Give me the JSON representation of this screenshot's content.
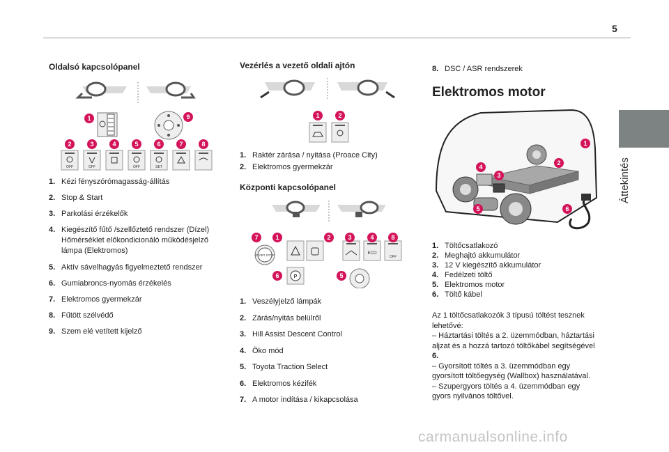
{
  "page": {
    "number": "5",
    "side_tab": "Áttekintés"
  },
  "col1": {
    "heading": "Oldalsó kapcsolópanel",
    "items": [
      {
        "n": "1.",
        "text": "Kézi fényszórómagasság-állítás"
      },
      {
        "n": "2.",
        "text": "Stop & Start"
      },
      {
        "n": "3.",
        "text": "Parkolási érzékelők"
      },
      {
        "n": "4.",
        "text": "Kiegészítő fűtő /szellőztető rendszer (Dízel) Hőmérséklet előkondicionáló működésjelző lámpa (Elektromos)"
      },
      {
        "n": "5.",
        "text": "Aktív sávelhagyás figyelmeztető rendszer"
      },
      {
        "n": "6.",
        "text": "Gumiabroncs-nyomás érzékelés"
      },
      {
        "n": "7.",
        "text": "Elektromos gyermekzár"
      },
      {
        "n": "8.",
        "text": "Fűtött szélvédő"
      },
      {
        "n": "9.",
        "text": "Szem elé vetített kijelző"
      }
    ],
    "figure": {
      "markers": [
        "1",
        "9",
        "2",
        "3",
        "4",
        "5",
        "6",
        "7",
        "8"
      ],
      "button_labels": [
        "OFF",
        "OFF",
        "",
        "OFF",
        "SET",
        "",
        ""
      ]
    }
  },
  "col2": {
    "heading1": "Vezérlés a vezető oldali ajtón",
    "items1": [
      {
        "n": "1.",
        "text": "Raktér zárása / nyitása (Proace City)"
      },
      {
        "n": "2.",
        "text": "Elektromos gyermekzár"
      }
    ],
    "heading2": "Központi kapcsolópanel",
    "items2": [
      {
        "n": "1.",
        "text": "Veszélyjelző lámpák"
      },
      {
        "n": "2.",
        "text": "Zárás/nyitás belülről"
      },
      {
        "n": "3.",
        "text": "Hill Assist Descent Control"
      },
      {
        "n": "4.",
        "text": "Öko mód"
      },
      {
        "n": "5.",
        "text": "Toyota Traction Select"
      },
      {
        "n": "6.",
        "text": "Elektromos kézifék"
      },
      {
        "n": "7.",
        "text": "A motor indítása / kikapcsolása"
      }
    ],
    "figure_a": {
      "markers": [
        "1",
        "2"
      ]
    },
    "figure_b": {
      "markers": [
        "7",
        "1",
        "2",
        "3",
        "4",
        "8",
        "6",
        "5"
      ],
      "button_labels": [
        "START STOP",
        "ECO",
        "OFF",
        "P"
      ]
    }
  },
  "col3": {
    "item_top": {
      "n": "8.",
      "text": "DSC / ASR rendszerek"
    },
    "heading": "Elektromos motor",
    "items": [
      {
        "n": "1.",
        "text": "Töltőcsatlakozó"
      },
      {
        "n": "2.",
        "text": "Meghajtó akkumulátor"
      },
      {
        "n": "3.",
        "text": "12 V kiegészítő akkumulátor"
      },
      {
        "n": "4.",
        "text": "Fedélzeti töltő"
      },
      {
        "n": "5.",
        "text": "Elektromos motor"
      },
      {
        "n": "6.",
        "text": "Töltő kábel"
      }
    ],
    "paragraph_lines": [
      "Az 1 töltőcsatlakozók 3 típusú töltést tesznek",
      "lehetővé:",
      "– Háztartási töltés a 2. üzemmódban, háztartási",
      "aljzat és a hozzá tartozó töltőkábel segítségével",
      "6.",
      "– Gyorsított töltés a 3. üzemmódban egy",
      "gyorsított töltőegység (Wallbox) használatával.",
      "– Szupergyors töltés a 4. üzemmódban egy",
      "gyors nyilvános töltővel."
    ],
    "figure": {
      "markers": [
        "1",
        "2",
        "3",
        "4",
        "5",
        "6"
      ]
    }
  },
  "watermark": "carmanualsonline.info",
  "colors": {
    "marker": "#d4145a",
    "tab": "#7d8283",
    "key_bg": "#eeeeee"
  }
}
